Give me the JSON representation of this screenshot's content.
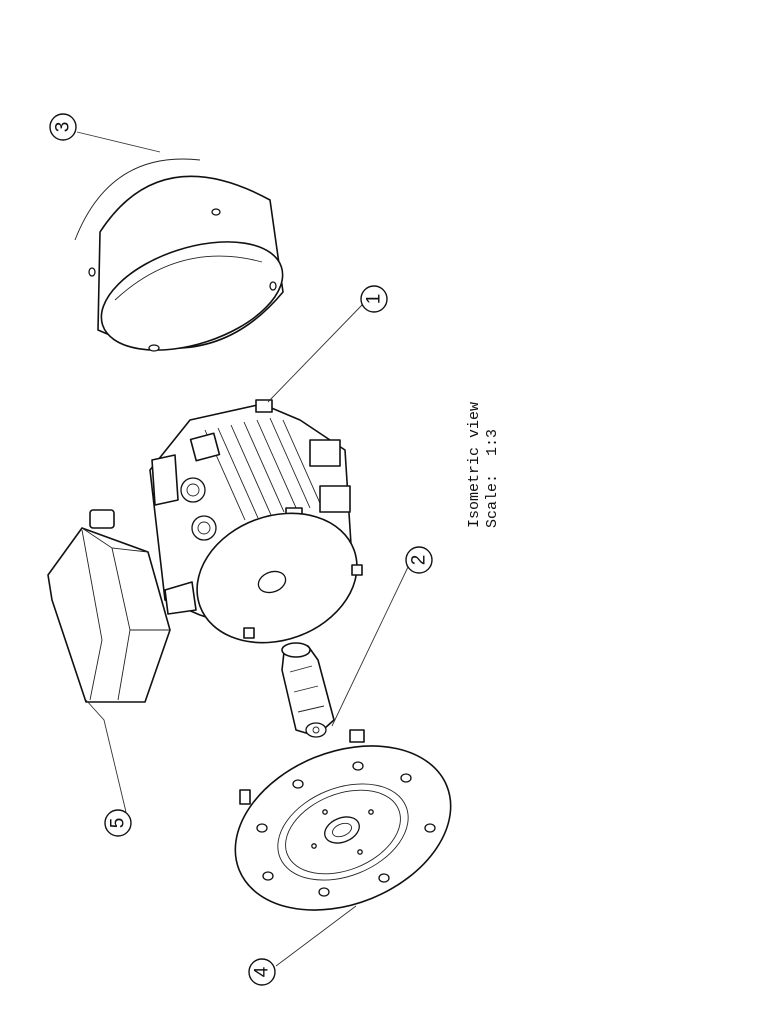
{
  "view": {
    "caption_line1": "Isometric view",
    "caption_line2": "Scale:  1:3"
  },
  "balloons": [
    {
      "id": "1",
      "label": "1"
    },
    {
      "id": "2",
      "label": "2"
    },
    {
      "id": "3",
      "label": "3"
    },
    {
      "id": "4",
      "label": "4"
    },
    {
      "id": "5",
      "label": "5"
    }
  ]
}
